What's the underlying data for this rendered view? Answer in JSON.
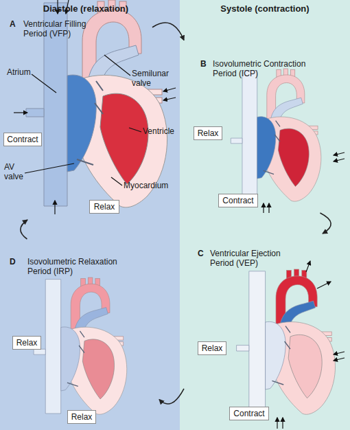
{
  "diagram": {
    "nodes": [
      {
        "text": [
          "Diastole (relaxation)"
        ]
      },
      {
        "text": [
          "Systole (contraction)"
        ]
      },
      {
        "text": [
          "A",
          "Ventricular Filling Period (VFP)"
        ],
        "in": 0
      },
      {
        "text": [
          "Contract"
        ],
        "in": 2
      },
      {
        "text": [
          "Relax"
        ],
        "in": 2
      },
      {
        "text": [
          "B",
          "Isovolumetric Contraction Period (ICP)"
        ],
        "in": 1
      },
      {
        "text": [
          "Relax"
        ],
        "in": 5
      },
      {
        "text": [
          "Contract"
        ],
        "in": 5
      },
      {
        "text": [
          "C",
          "Ventricular Ejection Period (VEP)"
        ],
        "in": 1
      },
      {
        "text": [
          "Relax"
        ],
        "in": 8
      },
      {
        "text": [
          "Contract"
        ],
        "in": 8
      },
      {
        "text": [
          "D",
          "Isovolumetric Relaxation Period (IRP)"
        ],
        "in": 0
      },
      {
        "text": [
          "Relax"
        ],
        "in": 11
      },
      {
        "text": [
          "Relax"
        ],
        "in": 11
      }
    ],
    "edges": [
      {
        "from": 2,
        "to": 5,
        "arrow": "to"
      },
      {
        "from": 5,
        "to": 8,
        "arrow": "to"
      },
      {
        "from": 8,
        "to": 11,
        "arrow": "to"
      },
      {
        "from": 11,
        "to": 2,
        "arrow": "to"
      }
    ],
    "labels": [
      "Atrium",
      "Semilunar valve",
      "Ventricle",
      "AV valve",
      "Myocardium"
    ]
  }
}
